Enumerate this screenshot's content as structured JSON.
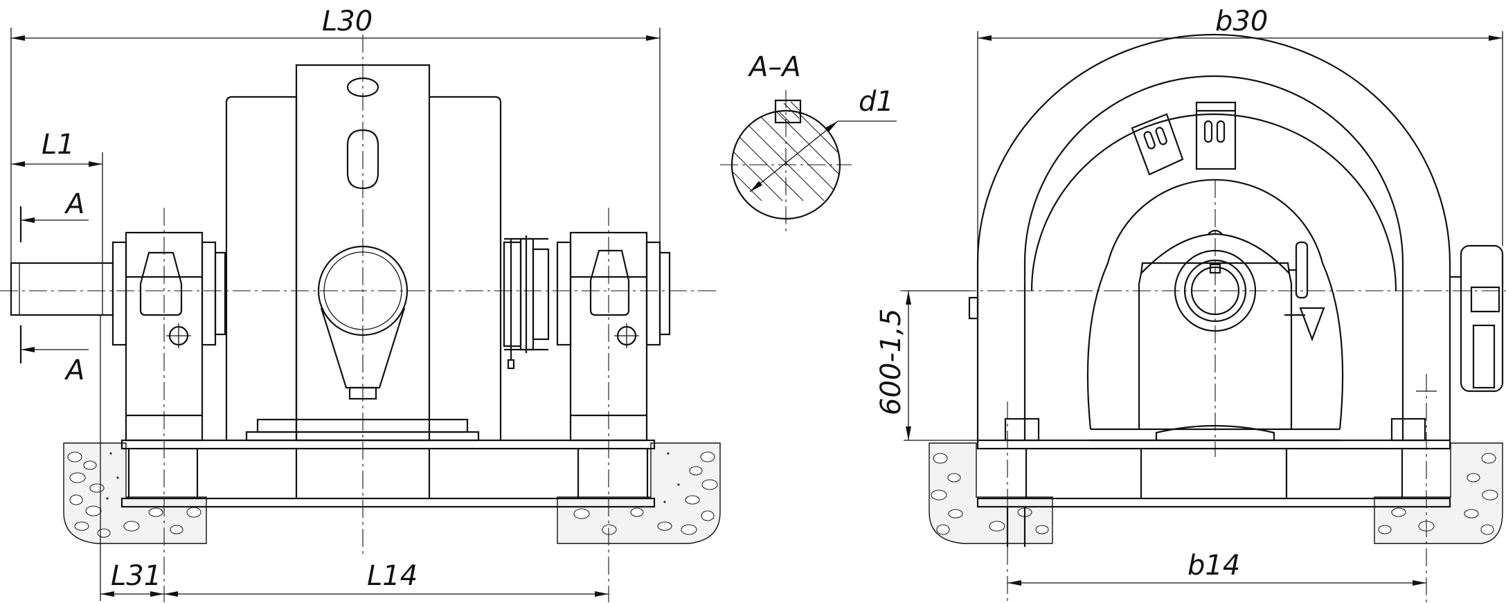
{
  "labels": {
    "L30": "L30",
    "L1": "L1",
    "A_top": "A",
    "A_bottom": "A",
    "L31": "L31",
    "L14": "L14",
    "section": "A–A",
    "d1": "d1",
    "b30": "b30",
    "height": "600-1,5",
    "b14": "b14"
  }
}
